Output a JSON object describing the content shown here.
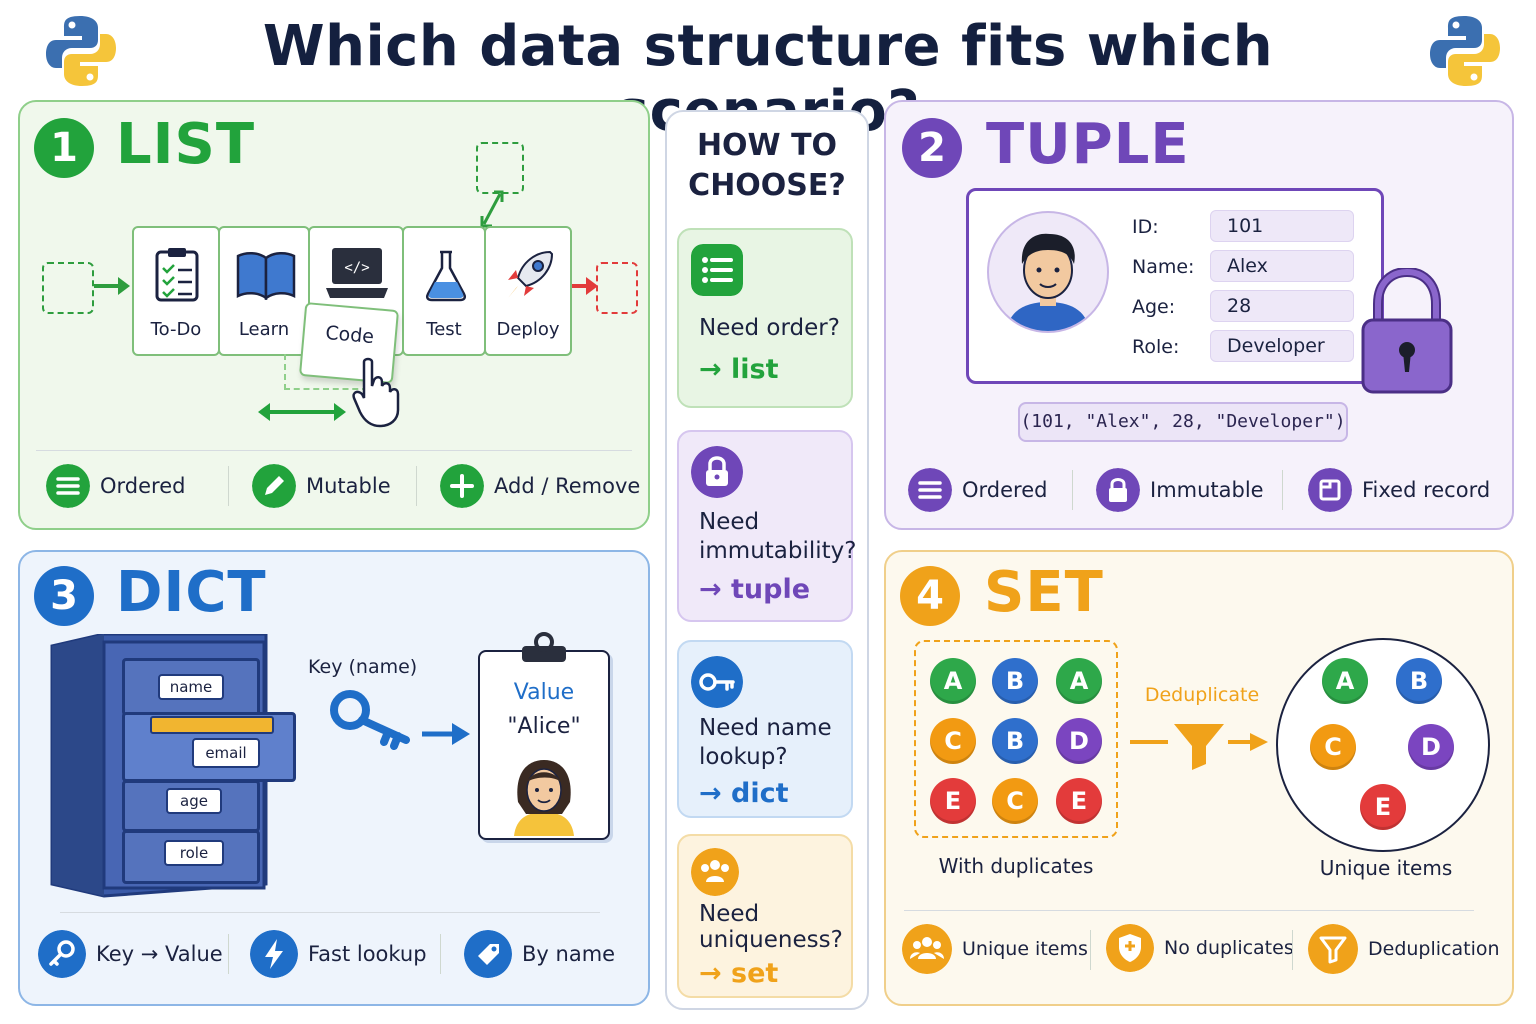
{
  "title": "Which data structure fits which scenario?",
  "colors": {
    "list": "#22a33c",
    "tuple": "#6f47b8",
    "dict": "#1f6ec8",
    "set": "#f0a21a"
  },
  "list": {
    "number": "1",
    "title": "LIST",
    "cards": [
      "To-Do",
      "Learn",
      "Code",
      "Test",
      "Deploy"
    ],
    "features": [
      "Ordered",
      "Mutable",
      "Add / Remove"
    ]
  },
  "tuple": {
    "number": "2",
    "title": "TUPLE",
    "fields": [
      {
        "label": "ID:",
        "value": "101"
      },
      {
        "label": "Name:",
        "value": "Alex"
      },
      {
        "label": "Age:",
        "value": "28"
      },
      {
        "label": "Role:",
        "value": "Developer"
      }
    ],
    "literal": "(101, \"Alex\", 28, \"Developer\")",
    "features": [
      "Ordered",
      "Immutable",
      "Fixed record"
    ]
  },
  "dict": {
    "number": "3",
    "title": "DICT",
    "drawers": [
      "name",
      "email",
      "age",
      "role"
    ],
    "key_label": "Key (name)",
    "value_title": "Value",
    "value_text": "\"Alice\"",
    "features": [
      "Key → Value",
      "Fast lookup",
      "By name"
    ]
  },
  "set": {
    "number": "4",
    "title": "SET",
    "with_dups": [
      "A",
      "B",
      "A",
      "C",
      "B",
      "D",
      "E",
      "C",
      "E"
    ],
    "unique": [
      "A",
      "B",
      "C",
      "D",
      "E"
    ],
    "dedup_label": "Deduplicate",
    "left_caption": "With duplicates",
    "right_caption": "Unique items",
    "features": [
      "Unique items",
      "No duplicates",
      "Deduplication"
    ]
  },
  "choose": {
    "title_line1": "HOW TO",
    "title_line2": "CHOOSE?",
    "questions": [
      {
        "q1": "Need order?",
        "q2": "",
        "answer": "→ list"
      },
      {
        "q1": "Need",
        "q2": "immutability?",
        "answer": "→ tuple"
      },
      {
        "q1": "Need name",
        "q2": "lookup?",
        "answer": "→ dict"
      },
      {
        "q1": "Need",
        "q2": "uniqueness?",
        "answer": "→ set"
      }
    ]
  }
}
